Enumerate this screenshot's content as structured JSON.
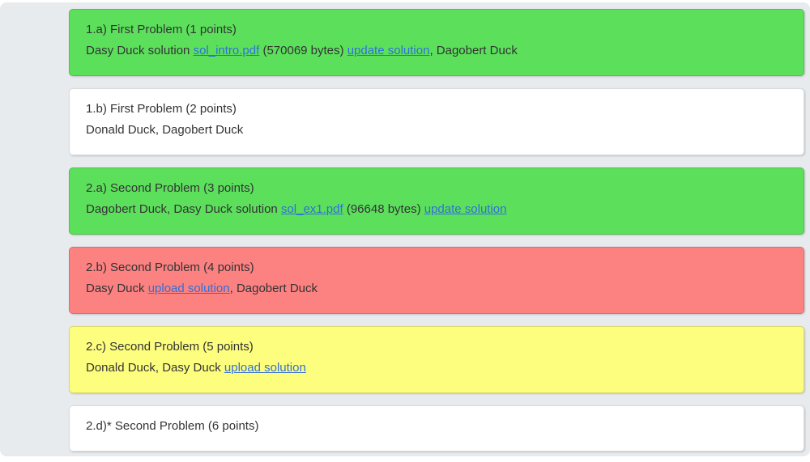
{
  "page": {
    "background": "#ffffff",
    "panel_background": "#e8ebee",
    "text_color": "#333333",
    "link_color": "#3070d8"
  },
  "status_colors": {
    "green": "#5ce05c",
    "white": "#ffffff",
    "red": "#fc8181",
    "yellow": "#fdfd7e"
  },
  "problems": [
    {
      "color": "green",
      "title": "1.a) First Problem (1 points)",
      "seg": {
        "t1": "Dasy Duck solution ",
        "l1": "sol_intro.pdf",
        "t2": " (570069 bytes) ",
        "l2": "update solution",
        "t3": ", Dagobert Duck"
      }
    },
    {
      "color": "white",
      "title": "1.b) First Problem (2 points)",
      "seg": {
        "t1": "Donald Duck, Dagobert Duck"
      }
    },
    {
      "color": "green",
      "title": "2.a) Second Problem (3 points)",
      "seg": {
        "t1": "Dagobert Duck, Dasy Duck solution ",
        "l1": "sol_ex1.pdf",
        "t2": " (96648 bytes) ",
        "l2": "update solution",
        "t3": ""
      }
    },
    {
      "color": "red",
      "title": "2.b) Second Problem (4 points)",
      "seg": {
        "t1": "Dasy Duck ",
        "l1": "upload solution",
        "t2": ", Dagobert Duck"
      }
    },
    {
      "color": "yellow",
      "title": "2.c) Second Problem (5 points)",
      "seg": {
        "t1": "Donald Duck, Dasy Duck ",
        "l1": "upload solution",
        "t2": ""
      }
    },
    {
      "color": "white",
      "title": "2.d)* Second Problem (6 points)"
    }
  ]
}
